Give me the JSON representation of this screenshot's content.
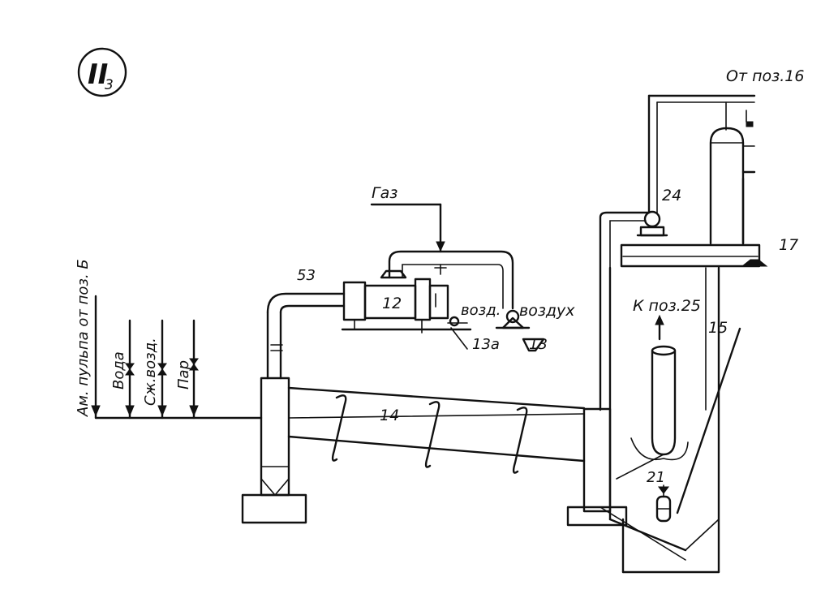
{
  "sheet_mark": {
    "numeral": "II",
    "subscript": "3"
  },
  "labels": {
    "from_pos16": "От поз.16",
    "gas": "Газ",
    "pos24": "24",
    "pos17": "17",
    "pos53": "53",
    "pos12": "12",
    "air_short": "возд.",
    "air": "воздух",
    "pos13a": "13а",
    "pos13": "13",
    "to_pos25": "К поз.25",
    "pos15": "15",
    "pos14": "14",
    "pos21": "21",
    "ammonia_line": "Ам. пульпа от поз. Б",
    "water": "Вода",
    "compressed_air": "Сж.возд.",
    "steam": "Пар"
  }
}
